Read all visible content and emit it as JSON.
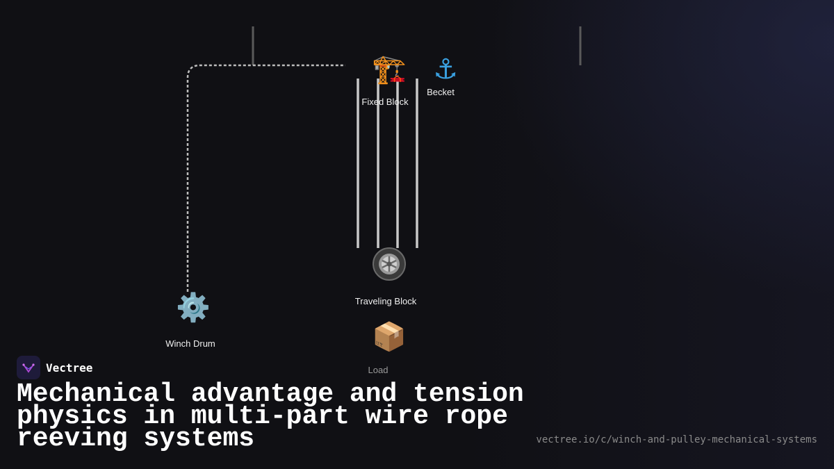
{
  "diagram": {
    "labels": {
      "fixed_block": "Fixed Block",
      "becket": "Becket",
      "traveling_block": "Traveling Block",
      "winch_drum": "Winch Drum",
      "load": "Load"
    },
    "icons": {
      "fixed_block": "crane-icon",
      "becket": "anchor-icon",
      "traveling_block": "wheel-icon",
      "winch_drum": "gear-icon",
      "load": "package-icon"
    },
    "rope_parts": 4
  },
  "brand": {
    "name": "Vectree"
  },
  "title": "Mechanical advantage and tension physics in multi-part wire rope reeving systems",
  "url": "vectree.io/c/winch-and-pulley-mechanical-systems",
  "colors": {
    "background": "#101014",
    "rope": "#c8c8c8",
    "logo_bg": "#1e1b3a",
    "logo_accent": "#b04ad8"
  }
}
